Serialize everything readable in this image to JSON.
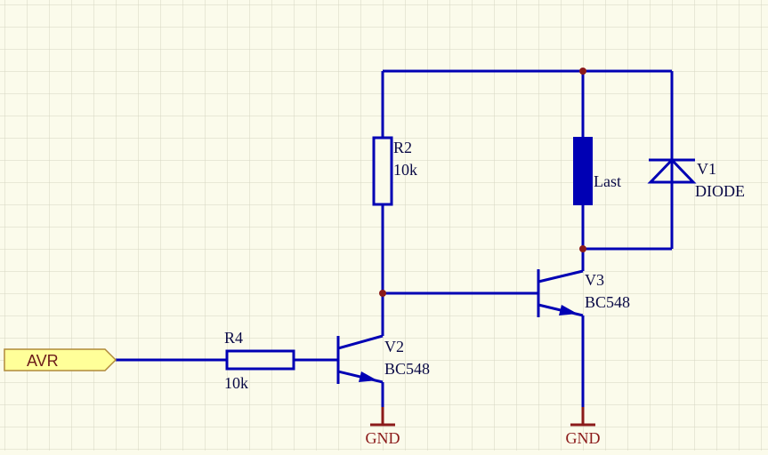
{
  "components": {
    "port_avr": {
      "label": "AVR"
    },
    "r4": {
      "ref": "R4",
      "value": "10k"
    },
    "r2": {
      "ref": "R2",
      "value": "10k"
    },
    "load": {
      "label": "Last"
    },
    "v1": {
      "ref": "V1",
      "value": "DIODE"
    },
    "v2": {
      "ref": "V2",
      "value": "BC548"
    },
    "v3": {
      "ref": "V3",
      "value": "BC548"
    },
    "gnd_left": {
      "label": "GND"
    },
    "gnd_right": {
      "label": "GND"
    }
  },
  "colors": {
    "background": "#fbfbeb",
    "grid": "#d6d6c2",
    "wire": "#0000b4",
    "junction": "#8b1a1a",
    "port_fill": "#ffff99",
    "port_stroke": "#b08a3a",
    "ground": "#8b1a1a"
  }
}
